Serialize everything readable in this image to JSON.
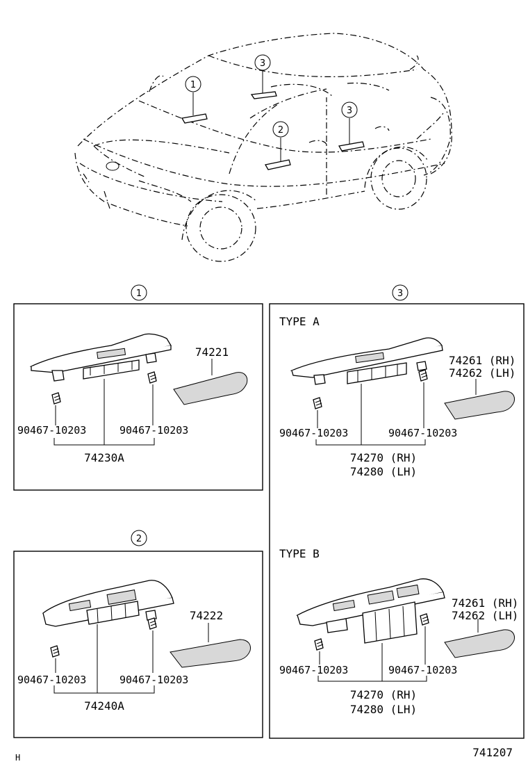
{
  "circle_labels": {
    "c1": "1",
    "c2": "2",
    "c3": "3"
  },
  "section1": {
    "clip_left": "90467-10203",
    "clip_right": "90467-10203",
    "assembly": "74230A",
    "cover": "74221"
  },
  "section2": {
    "clip_left": "90467-10203",
    "clip_right": "90467-10203",
    "assembly": "74240A",
    "cover": "74222"
  },
  "section3": {
    "type_a": {
      "title": "TYPE A",
      "clip_left": "90467-10203",
      "clip_right": "90467-10203",
      "assembly_rh": "74270 (RH)",
      "assembly_lh": "74280 (LH)",
      "cover_rh": "74261 (RH)",
      "cover_lh": "74262 (LH)"
    },
    "type_b": {
      "title": "TYPE B",
      "clip_left": "90467-10203",
      "clip_right": "90467-10203",
      "assembly_rh": "74270 (RH)",
      "assembly_lh": "74280 (LH)",
      "cover_rh": "74261 (RH)",
      "cover_lh": "74262 (LH)"
    }
  },
  "footer": {
    "left": "H",
    "right": "741207"
  }
}
